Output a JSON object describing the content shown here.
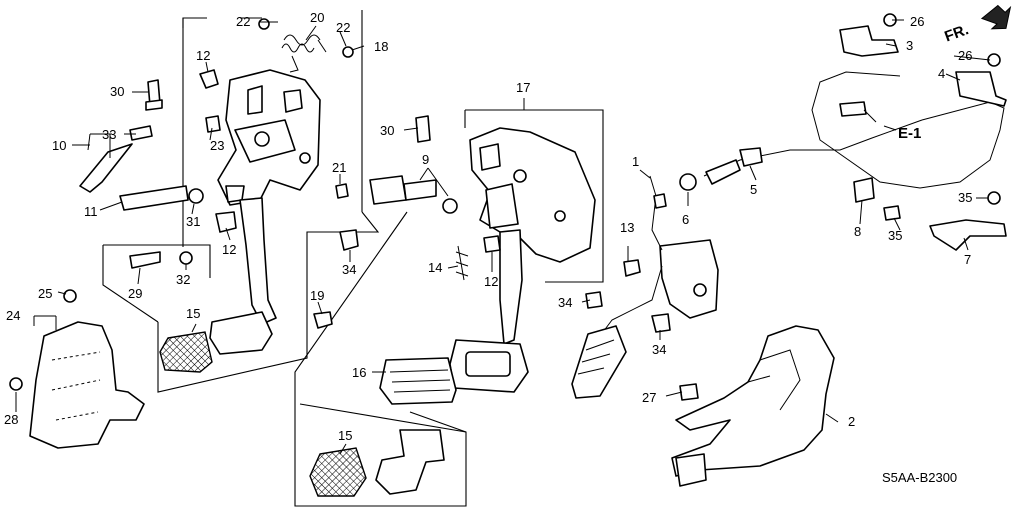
{
  "diagram": {
    "code": "S5AA-B2300",
    "front_marker": "FR.",
    "reference": "E-1",
    "callouts": [
      {
        "id": "c1",
        "text": "1"
      },
      {
        "id": "c2",
        "text": "2"
      },
      {
        "id": "c3",
        "text": "3"
      },
      {
        "id": "c4",
        "text": "4"
      },
      {
        "id": "c5",
        "text": "5"
      },
      {
        "id": "c6",
        "text": "6"
      },
      {
        "id": "c7",
        "text": "7"
      },
      {
        "id": "c8",
        "text": "8"
      },
      {
        "id": "c9",
        "text": "9"
      },
      {
        "id": "c10",
        "text": "10"
      },
      {
        "id": "c11",
        "text": "11"
      },
      {
        "id": "c12a",
        "text": "12"
      },
      {
        "id": "c12b",
        "text": "12"
      },
      {
        "id": "c12c",
        "text": "12"
      },
      {
        "id": "c13",
        "text": "13"
      },
      {
        "id": "c14",
        "text": "14"
      },
      {
        "id": "c15a",
        "text": "15"
      },
      {
        "id": "c15b",
        "text": "15"
      },
      {
        "id": "c16",
        "text": "16"
      },
      {
        "id": "c17",
        "text": "17"
      },
      {
        "id": "c18",
        "text": "18"
      },
      {
        "id": "c19",
        "text": "19"
      },
      {
        "id": "c20",
        "text": "20"
      },
      {
        "id": "c21",
        "text": "21"
      },
      {
        "id": "c22a",
        "text": "22"
      },
      {
        "id": "c22b",
        "text": "22"
      },
      {
        "id": "c23",
        "text": "23"
      },
      {
        "id": "c24",
        "text": "24"
      },
      {
        "id": "c25",
        "text": "25"
      },
      {
        "id": "c26a",
        "text": "26"
      },
      {
        "id": "c26b",
        "text": "26"
      },
      {
        "id": "c27",
        "text": "27"
      },
      {
        "id": "c28",
        "text": "28"
      },
      {
        "id": "c29",
        "text": "29"
      },
      {
        "id": "c30a",
        "text": "30"
      },
      {
        "id": "c30b",
        "text": "30"
      },
      {
        "id": "c31",
        "text": "31"
      },
      {
        "id": "c32",
        "text": "32"
      },
      {
        "id": "c33",
        "text": "33"
      },
      {
        "id": "c34a",
        "text": "34"
      },
      {
        "id": "c34b",
        "text": "34"
      },
      {
        "id": "c34c",
        "text": "34"
      },
      {
        "id": "c35a",
        "text": "35"
      },
      {
        "id": "c35b",
        "text": "35"
      }
    ]
  }
}
